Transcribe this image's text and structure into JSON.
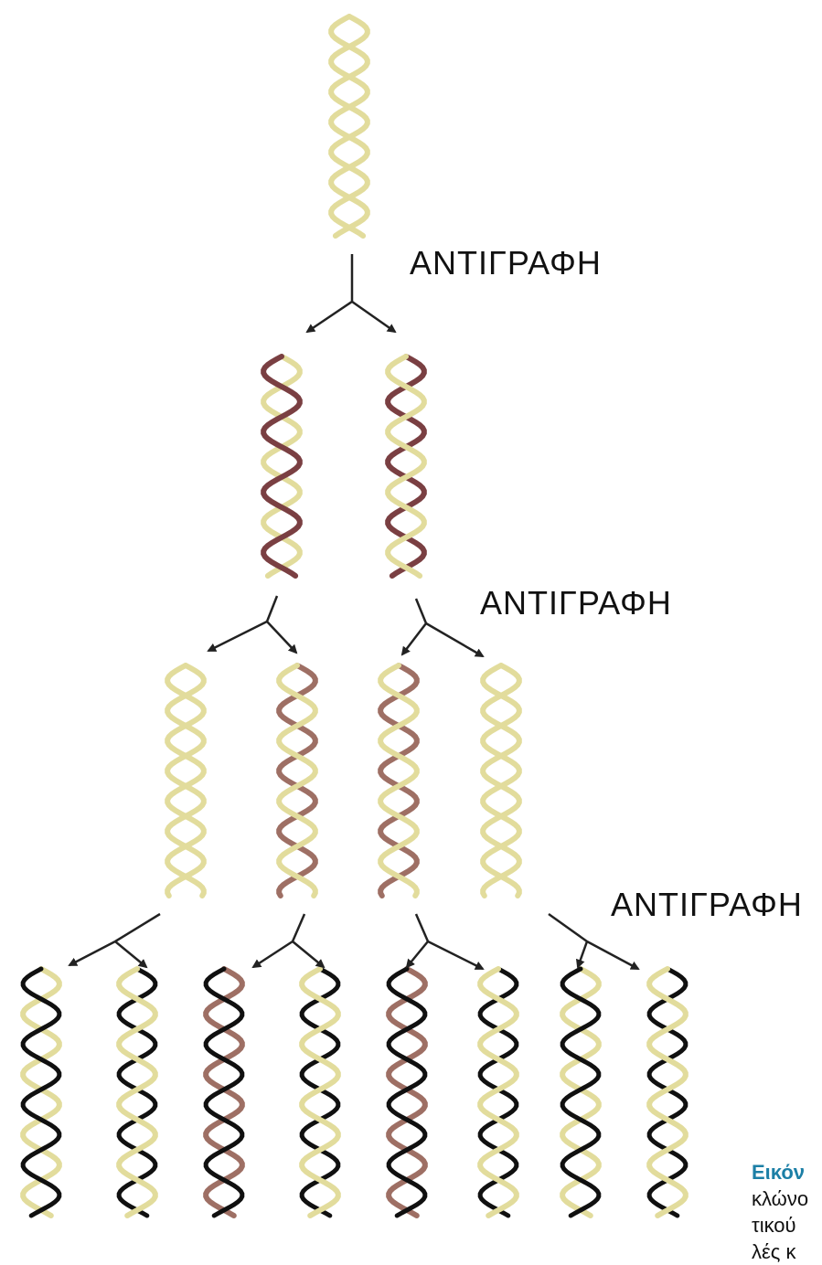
{
  "labels": {
    "replication_1": "ΑΝΤΙΓΡΑΦΗ",
    "replication_2": "ΑΝΤΙΓΡΑΦΗ",
    "replication_3": "ΑΝΤΙΓΡΑΦΗ"
  },
  "caption": {
    "title": "Εικόν",
    "lines": [
      "κλώνο",
      "τικού",
      "λές κ"
    ]
  },
  "colors": {
    "parental_strand": "#e2dc9c",
    "first_gen_strand": "#7a3f42",
    "second_gen_strand": "#9e6f64",
    "third_gen_strand": "#101010",
    "arrow": "#222222",
    "caption_title": "#1c7fa6"
  },
  "generations": [
    {
      "name": "parent",
      "helices": [
        [
          "parental_strand",
          "parental_strand"
        ]
      ]
    },
    {
      "name": "generation-1",
      "helices": [
        [
          "parental_strand",
          "first_gen_strand"
        ],
        [
          "first_gen_strand",
          "parental_strand"
        ]
      ]
    },
    {
      "name": "generation-2",
      "helices": [
        [
          "parental_strand",
          "parental_strand"
        ],
        [
          "second_gen_strand",
          "parental_strand"
        ],
        [
          "second_gen_strand",
          "parental_strand"
        ],
        [
          "parental_strand",
          "parental_strand"
        ]
      ]
    },
    {
      "name": "generation-3",
      "helices": [
        [
          "parental_strand",
          "third_gen_strand"
        ],
        [
          "third_gen_strand",
          "parental_strand"
        ],
        [
          "second_gen_strand",
          "third_gen_strand"
        ],
        [
          "third_gen_strand",
          "parental_strand"
        ],
        [
          "second_gen_strand",
          "third_gen_strand"
        ],
        [
          "third_gen_strand",
          "parental_strand"
        ],
        [
          "parental_strand",
          "third_gen_strand"
        ],
        [
          "third_gen_strand",
          "parental_strand"
        ]
      ]
    }
  ]
}
